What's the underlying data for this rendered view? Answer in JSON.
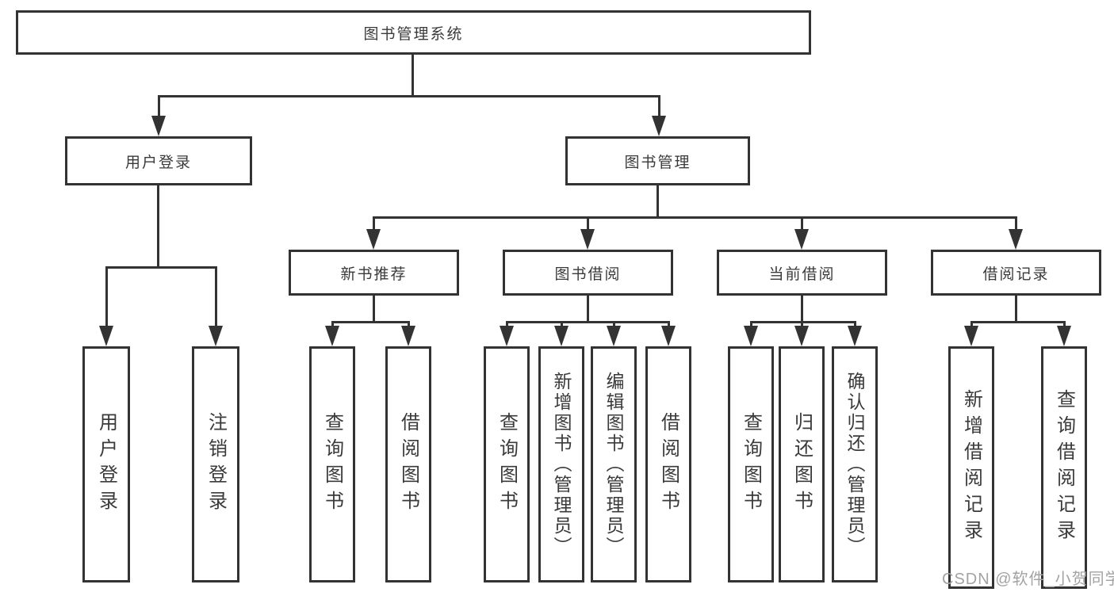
{
  "diagram": {
    "root": {
      "label": "图书管理系统"
    },
    "user_branch": {
      "label": "用户登录",
      "children": [
        {
          "label": "用户登录"
        },
        {
          "label": "注销登录"
        }
      ]
    },
    "mgmt_branch": {
      "label": "图书管理",
      "sections": [
        {
          "label": "新书推荐",
          "children": [
            {
              "label": "查询图书"
            },
            {
              "label": "借阅图书"
            }
          ]
        },
        {
          "label": "图书借阅",
          "children": [
            {
              "label": "查询图书"
            },
            {
              "label": "新增图书（管理员）"
            },
            {
              "label": "编辑图书（管理员）"
            },
            {
              "label": "借阅图书"
            }
          ]
        },
        {
          "label": "当前借阅",
          "children": [
            {
              "label": "查询图书"
            },
            {
              "label": "归还图书"
            },
            {
              "label": "确认归还（管理员）"
            }
          ]
        },
        {
          "label": "借阅记录",
          "children": [
            {
              "label": "新增借阅记录"
            },
            {
              "label": "查询借阅记录"
            }
          ]
        }
      ]
    },
    "watermark": "CSDN @软件_小贺同学",
    "colors": {
      "line": "#333333",
      "text": "#3a3a3a",
      "watermark": "#a3a3a3",
      "background": "#ffffff"
    }
  }
}
